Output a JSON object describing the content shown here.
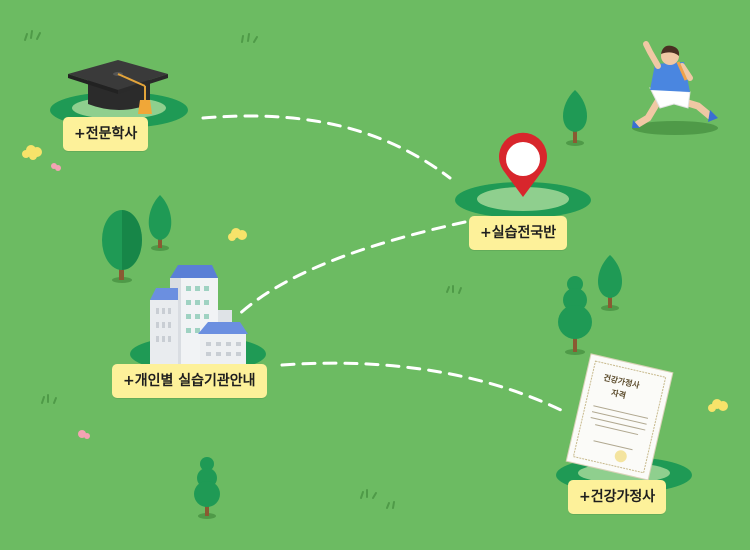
{
  "labels": {
    "associate_degree": "+전문학사",
    "practicum_nationwide": "+실습전국반",
    "practicum_guide": "+개인별 실습기관안내",
    "health_home": "+건강가정사"
  },
  "certificate": {
    "title_line1": "건강가정사",
    "title_line2": "자격"
  },
  "colors": {
    "grass": "#6cbb62",
    "label_bg": "#fdf19a",
    "path_dash": "#ffffff",
    "pin_red": "#d8262c"
  },
  "icons": [
    "graduation-cap-icon",
    "location-pin-icon",
    "building-icon",
    "certificate-icon",
    "runner-figure",
    "tree-icon",
    "flower-icon"
  ]
}
